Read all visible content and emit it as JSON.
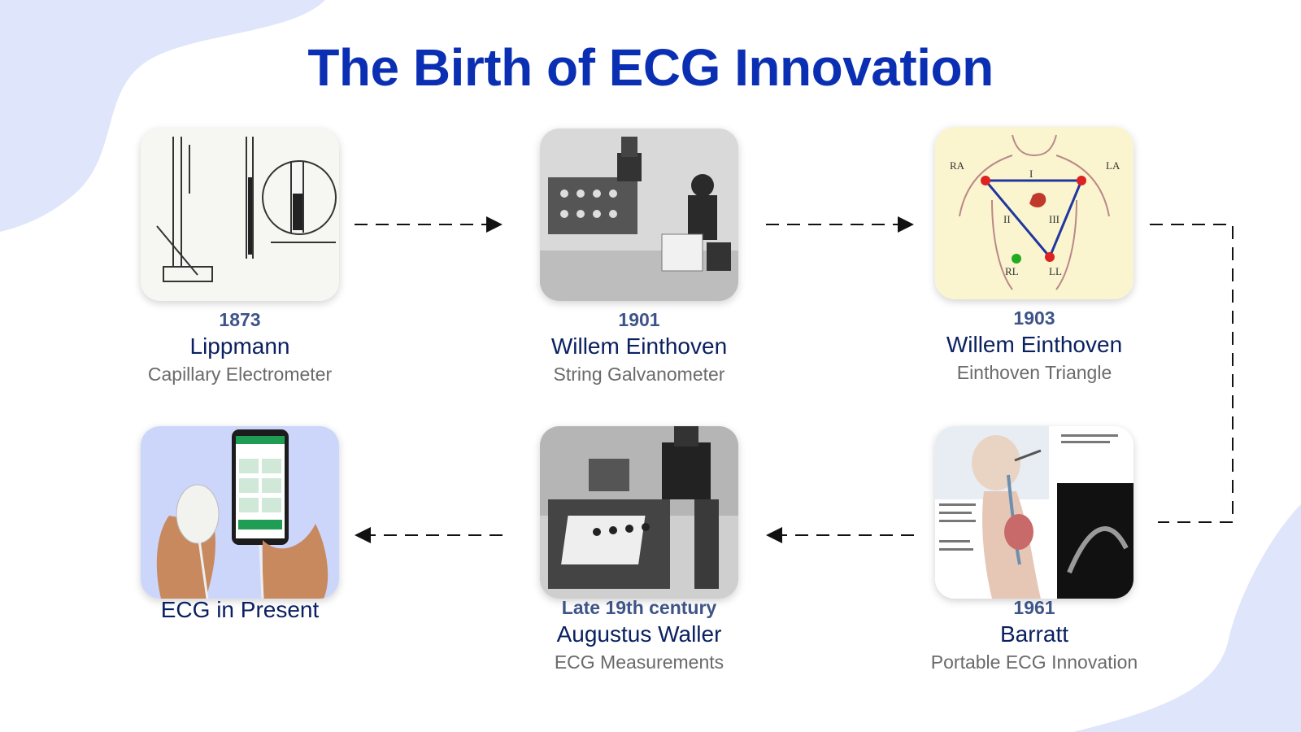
{
  "title": "The Birth of ECG Innovation",
  "colors": {
    "title": "#0b2fb3",
    "year": "#3e5488",
    "name": "#0a2060",
    "desc": "#6a6a6a",
    "blob": "#dfe5fb"
  },
  "milestones": [
    {
      "year": "1873",
      "name": "Lippmann",
      "desc": "Capillary Electrometer",
      "image": "capillary-electrometer-sketch"
    },
    {
      "year": "1901",
      "name": "Willem Einthoven",
      "desc": "String Galvanometer",
      "image": "string-galvanometer-photo"
    },
    {
      "year": "1903",
      "name": "Willem Einthoven",
      "desc": "Einthoven Triangle",
      "image": "einthoven-triangle-diagram",
      "labels": {
        "ra": "RA",
        "la": "LA",
        "rl": "RL",
        "ll": "LL",
        "lead1": "I",
        "lead2": "II",
        "lead3": "III"
      }
    },
    {
      "year": "1961",
      "name": "Barratt",
      "desc": "Portable ECG Innovation",
      "image": "tee-probe-illustration"
    },
    {
      "year": "Late 19th century",
      "name": "Augustus Waller",
      "desc": "ECG Measurements",
      "image": "waller-apparatus-photo"
    },
    {
      "year": "",
      "name": "ECG in Present",
      "desc": "",
      "image": "handheld-ecg-with-phone"
    }
  ]
}
